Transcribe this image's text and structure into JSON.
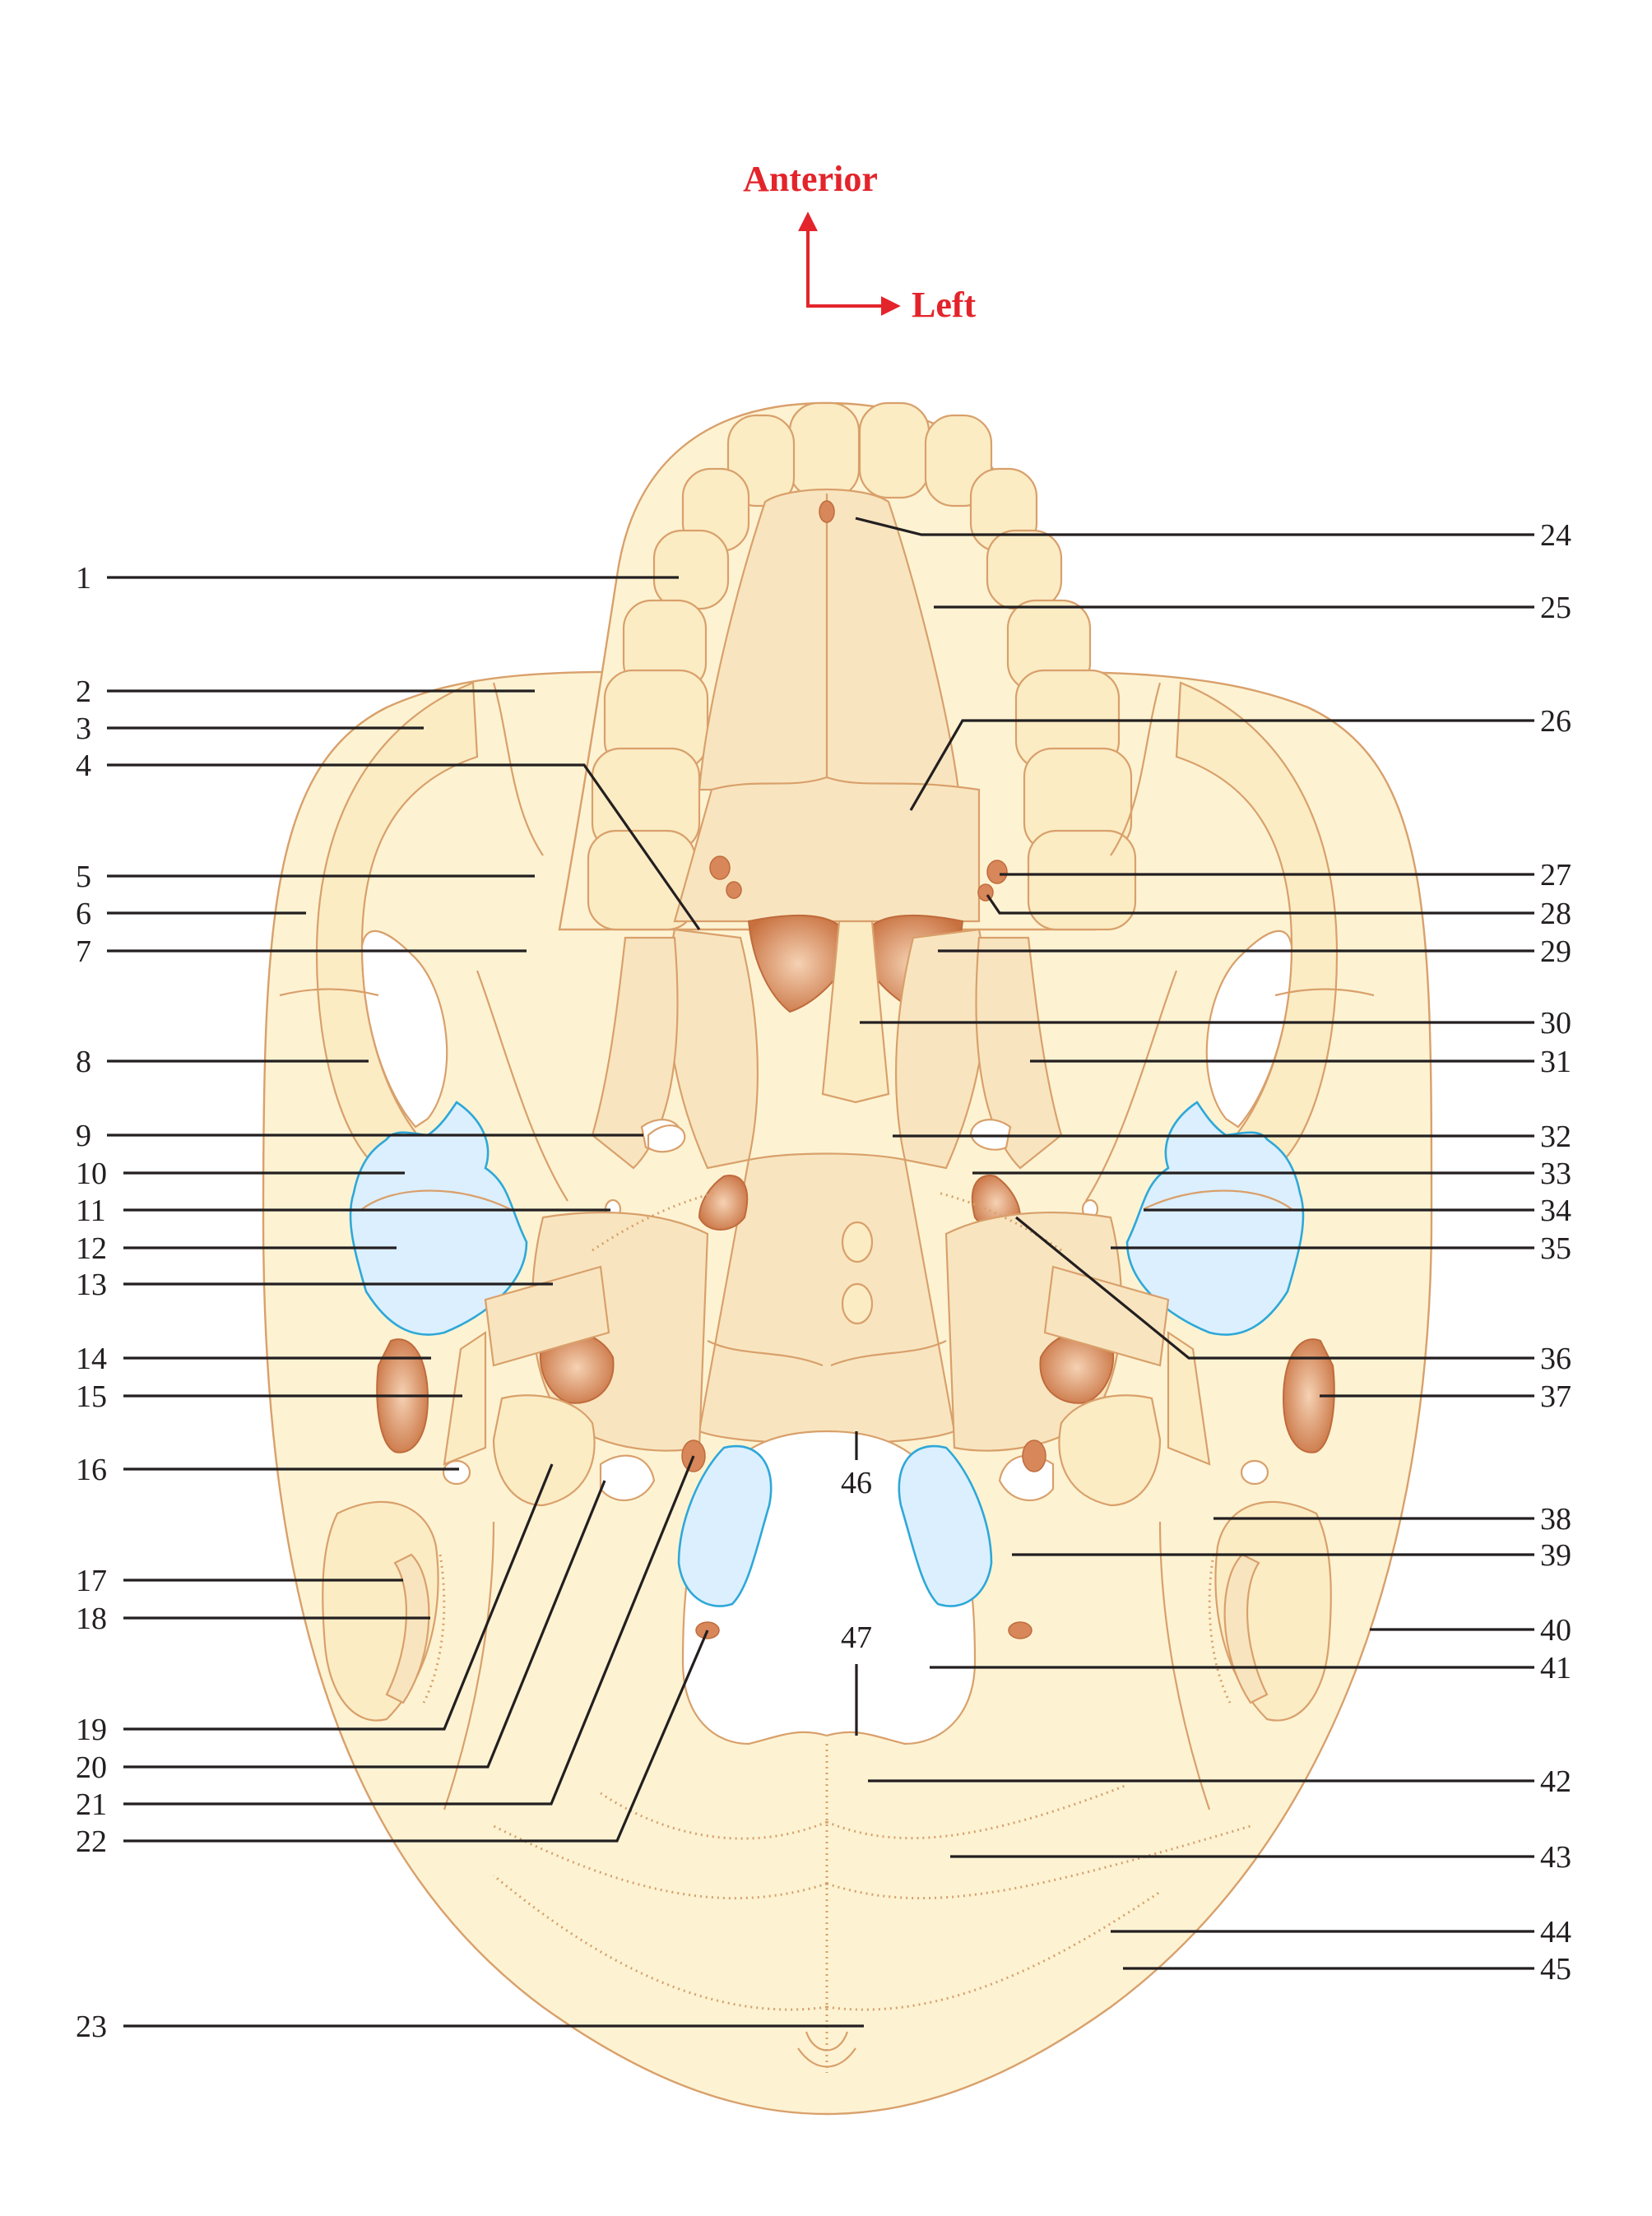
{
  "orientation": {
    "anterior": "Anterior",
    "left": "Left",
    "color": "#e3242b"
  },
  "labels_left": [
    "1",
    "2",
    "3",
    "4",
    "5",
    "6",
    "7",
    "8",
    "9",
    "10",
    "11",
    "12",
    "13",
    "14",
    "15",
    "16",
    "17",
    "18",
    "19",
    "20",
    "21",
    "22",
    "23"
  ],
  "labels_right": [
    "24",
    "25",
    "26",
    "27",
    "28",
    "29",
    "30",
    "31",
    "32",
    "33",
    "34",
    "35",
    "36",
    "37",
    "38",
    "39",
    "40",
    "41",
    "42",
    "43",
    "44",
    "45"
  ],
  "labels_inner": [
    "46",
    "47"
  ],
  "colors": {
    "bone_fill": "#fdf3d3",
    "bone_outline": "#d9a06b",
    "cartilage_blue": "#dcefff",
    "canal_orange": "#d8875a"
  }
}
